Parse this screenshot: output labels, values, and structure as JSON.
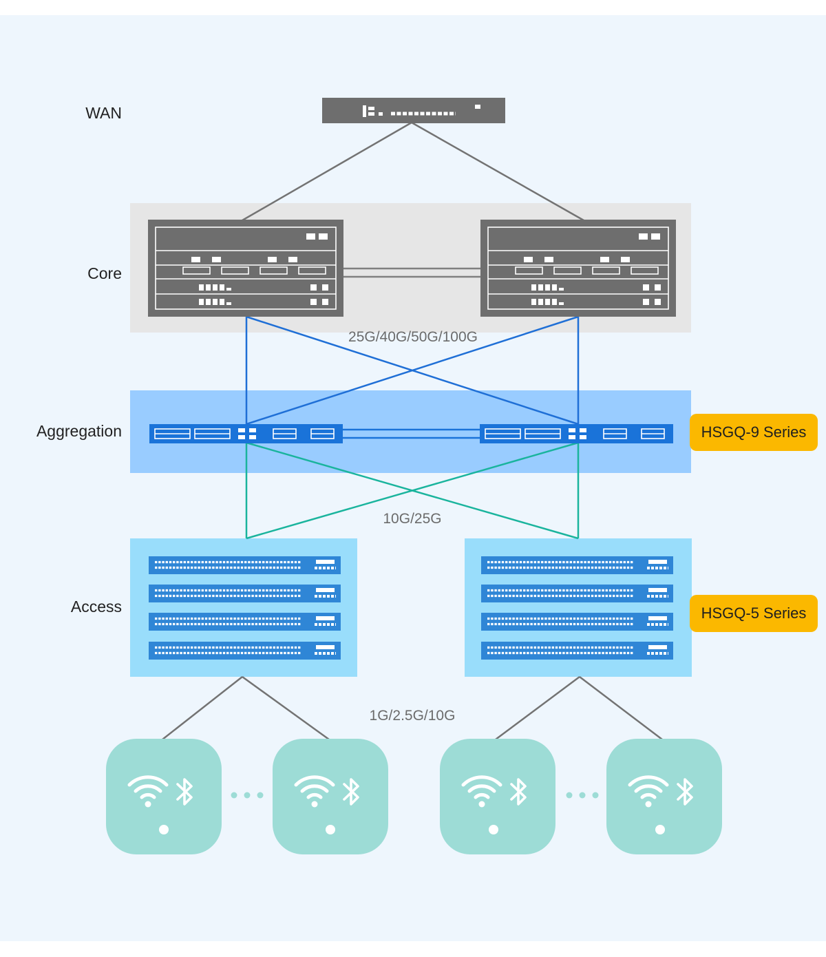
{
  "layers": {
    "wan": "WAN",
    "core": "Core",
    "aggregation": "Aggregation",
    "access": "Access"
  },
  "links": {
    "core_aggregation": "25G/40G/50G/100G",
    "aggregation_access": "10G/25G",
    "access_endpoint": "1G/2.5G/10G"
  },
  "series": {
    "aggregation": "HSGQ-9 Series",
    "access": "HSGQ-5 Series"
  },
  "icons": {
    "wan_device": "router-icon",
    "core_device": "chassis-switch-icon",
    "aggregation_device": "aggregation-switch-icon",
    "access_device": "access-switch-icon",
    "endpoint": "wireless-access-point-icon",
    "wifi": "wifi-icon",
    "bluetooth": "bluetooth-icon"
  },
  "colors": {
    "panel_background": "#eef6fd",
    "core_zone": "#e6e6e6",
    "aggregation_zone": "#99ccff",
    "access_zone": "#99ddfb",
    "device_gray": "#6e6e6e",
    "aggregation_blue": "#1a73d9",
    "access_blue": "#2f86d6",
    "uplink_blue": "#1f6fd6",
    "downlink_teal": "#1ab49d",
    "wan_link_gray": "#737373",
    "access_point": "#9ddcd6",
    "series_badge": "#fbb800"
  }
}
